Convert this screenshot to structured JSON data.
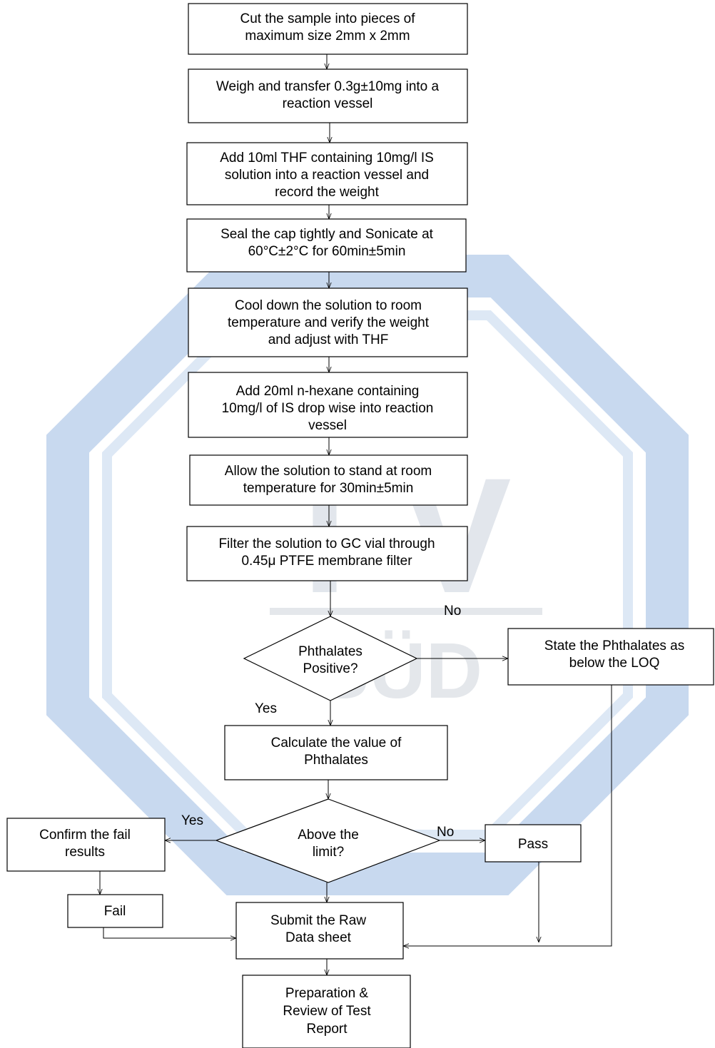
{
  "colors": {
    "watermark": "#c8d9ef",
    "watermark_text": "#d4dbe4",
    "stroke": "#000000",
    "fill": "#ffffff"
  },
  "steps": [
    {
      "id": "cut",
      "lines": [
        "Cut the sample into pieces of",
        "maximum size 2mm x 2mm"
      ]
    },
    {
      "id": "weigh",
      "lines": [
        "Weigh and transfer 0.3g±10mg into a",
        "reaction vessel"
      ]
    },
    {
      "id": "add-thf",
      "lines": [
        "Add 10ml THF containing 10mg/l IS",
        "solution into a reaction vessel and",
        "record the weight"
      ]
    },
    {
      "id": "seal",
      "lines": [
        "Seal the cap tightly and Sonicate at",
        "60°C±2°C for 60min±5min"
      ]
    },
    {
      "id": "cool",
      "lines": [
        "Cool down the solution to room",
        "temperature and verify the weight",
        "and adjust with THF"
      ]
    },
    {
      "id": "add-hexane",
      "lines": [
        "Add 20ml n-hexane containing",
        "10mg/l of IS drop wise into reaction",
        "vessel"
      ]
    },
    {
      "id": "stand",
      "lines": [
        "Allow the solution to stand at room",
        "temperature for 30min±5min"
      ]
    },
    {
      "id": "filter",
      "lines": [
        "Filter the solution to GC vial through",
        "0.45μ PTFE membrane filter"
      ]
    },
    {
      "id": "positive",
      "lines": [
        "Phthalates",
        "Positive?"
      ]
    },
    {
      "id": "below-loq",
      "lines": [
        "State the Phthalates as",
        "below the LOQ"
      ]
    },
    {
      "id": "calculate",
      "lines": [
        "Calculate the value of",
        "Phthalates"
      ]
    },
    {
      "id": "above-limit",
      "lines": [
        "Above the",
        "limit?"
      ]
    },
    {
      "id": "confirm-fail",
      "lines": [
        "Confirm the fail",
        "results"
      ]
    },
    {
      "id": "pass",
      "lines": [
        "Pass"
      ]
    },
    {
      "id": "fail",
      "lines": [
        "Fail"
      ]
    },
    {
      "id": "submit",
      "lines": [
        "Submit the Raw",
        "Data sheet"
      ]
    },
    {
      "id": "report",
      "lines": [
        "Preparation &",
        "Review of Test",
        "Report"
      ]
    }
  ],
  "edge_labels": {
    "no_positive": "No",
    "yes_positive": "Yes",
    "yes_limit": "Yes",
    "no_limit": "No"
  },
  "watermark": {
    "letters": [
      "T",
      "Ü",
      "V"
    ],
    "sub": "SÜD"
  }
}
